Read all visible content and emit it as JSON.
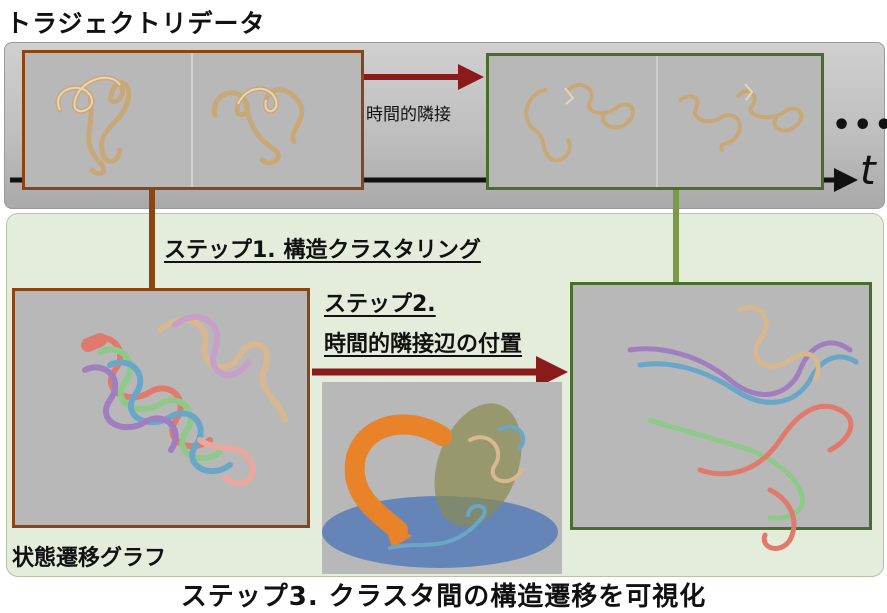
{
  "titles": {
    "trajectory": "トラジェクトリデータ",
    "time_adjacency": "時間的隣接",
    "time_symbol": "t",
    "ellipsis": "•••",
    "step1": "ステップ1. 構造クラスタリング",
    "step2_line1": "ステップ2.",
    "step2_line2": "時間的隣接辺の付置",
    "state_graph": "状態遷移グラフ",
    "step3": "ステップ3. クラスタ間の構造遷移を可視化"
  },
  "colors": {
    "brown_frame": "#8b4513",
    "green_frame": "#4a6d2b",
    "arrow_red": "#8b1a1a",
    "panel_green": "#e4eddb",
    "protein_tan": "#d7b890",
    "orange_arrow": "#e8832a",
    "blue_ellipse": "#4a74b8",
    "olive_ellipse": "#8a8a50"
  },
  "icons": {
    "protein": "ribbon-structure",
    "timeline_arrow": "arrow-right-icon",
    "transition_arrow": "arrow-right-icon",
    "cycle_arrow": "curved-arrow-icon"
  }
}
